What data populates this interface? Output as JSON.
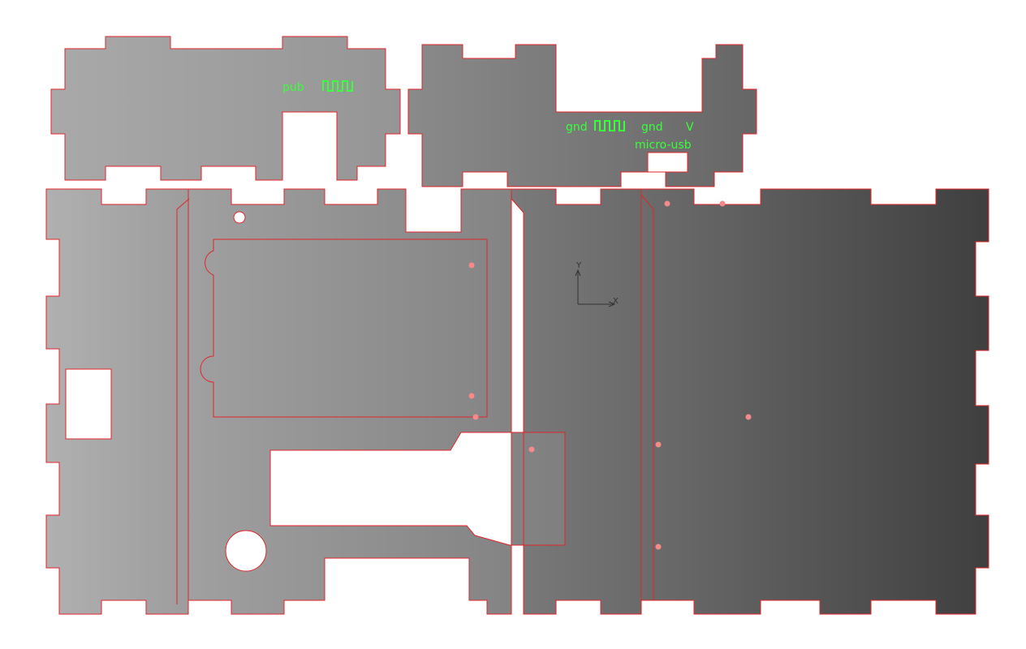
{
  "labels": {
    "panel_top_left": {
      "text1": "pub"
    },
    "panel_top_right": {
      "gnd1": "gnd",
      "gnd2": "gnd",
      "v": "V",
      "usb": "micro-usb"
    }
  },
  "axes": {
    "x": "X",
    "y": "Y"
  },
  "colors": {
    "outline": "#e0262b",
    "label": "#39ff3a",
    "marker": "#f48a8a",
    "background": "#ffffff",
    "axis": "#333333"
  },
  "icons": {
    "pwm_wave": "square-wave-icon",
    "axis_marker": "coordinate-axis-icon"
  }
}
